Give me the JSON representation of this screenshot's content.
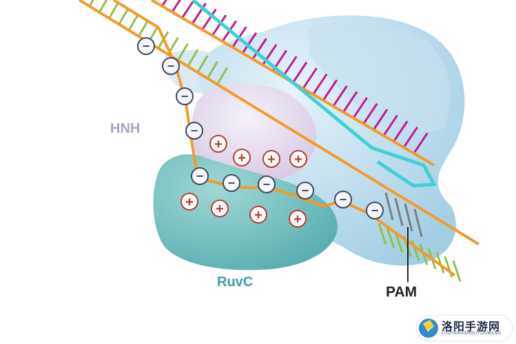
{
  "labels": {
    "hnh": "HNH",
    "ruvc": "RuvC",
    "pam": "PAM"
  },
  "watermark": {
    "title": "洛阳手游网",
    "subtitle": "LUOYANGSHOUYOUWANG"
  },
  "charge_symbols": {
    "negative": "−",
    "positive": "+"
  },
  "colors": {
    "backbone": "#f39a2a",
    "rna": "#3fd0d6",
    "green_bases": "#8bc34a",
    "magenta_bases": "#c2188f",
    "pam_bases": "#7d7d7d",
    "hnh_domain": "#ddd3ea",
    "ruvc_domain": "#6cbfbf",
    "rec_lobe": "#b6d9ec",
    "positive_charge": "#c0392b",
    "negative_charge": "#3c4a5c"
  }
}
